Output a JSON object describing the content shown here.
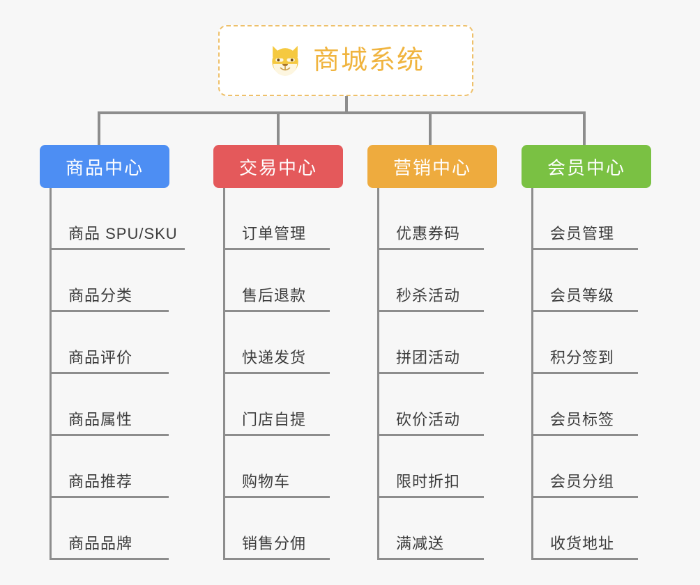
{
  "root": {
    "title": "商城系统",
    "icon": "shiba-dog-emoji",
    "border_color": "#eec06a",
    "text_color": "#f0b43f",
    "background": "#ffffff"
  },
  "canvas": {
    "background": "#f7f7f7",
    "connector_color": "#8d8d8d"
  },
  "branches": [
    {
      "label": "商品中心",
      "color": "#4d8ef3",
      "items": [
        "商品 SPU/SKU",
        "商品分类",
        "商品评价",
        "商品属性",
        "商品推荐",
        "商品品牌"
      ]
    },
    {
      "label": "交易中心",
      "color": "#e4595b",
      "items": [
        "订单管理",
        "售后退款",
        "快递发货",
        "门店自提",
        "购物车",
        "销售分佣"
      ]
    },
    {
      "label": "营销中心",
      "color": "#eeab3e",
      "items": [
        "优惠券码",
        "秒杀活动",
        "拼团活动",
        "砍价活动",
        "限时折扣",
        "满减送"
      ]
    },
    {
      "label": "会员中心",
      "color": "#7ac143",
      "items": [
        "会员管理",
        "会员等级",
        "积分签到",
        "会员标签",
        "会员分组",
        "收货地址"
      ]
    }
  ]
}
